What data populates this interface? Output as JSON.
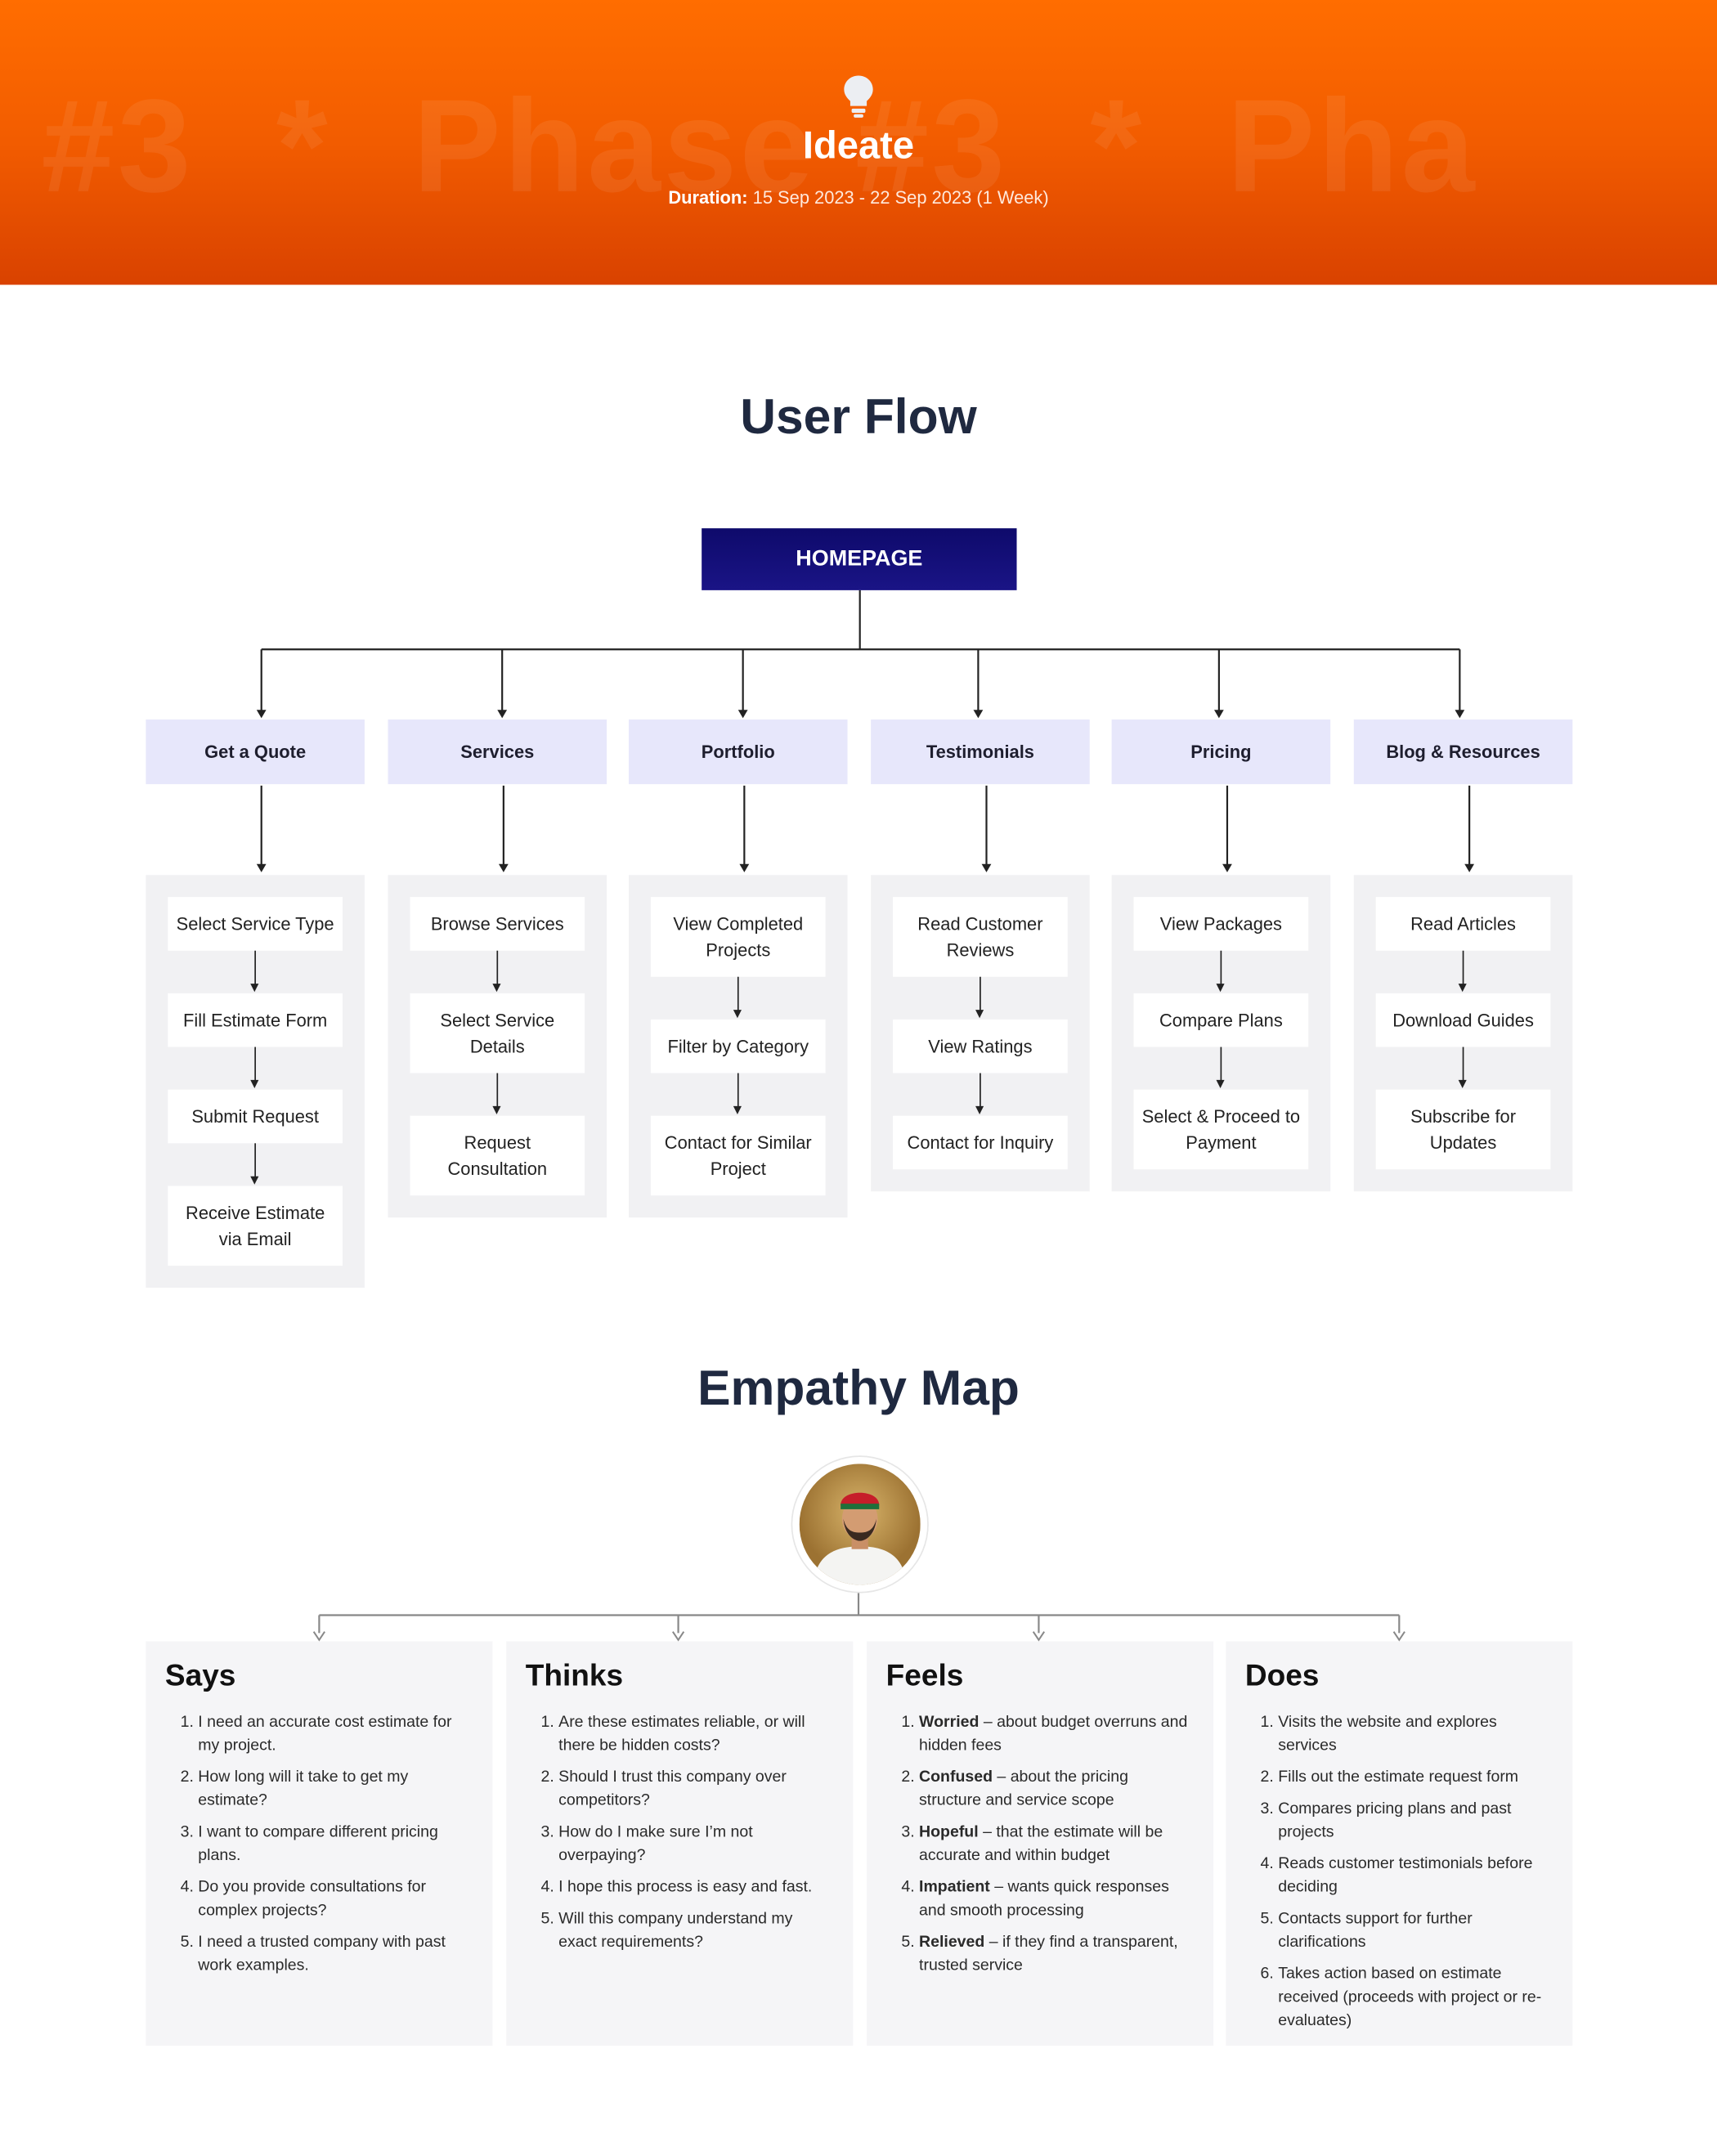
{
  "hero": {
    "watermark": [
      "#3",
      "*",
      "Phase #3",
      "*",
      "Pha"
    ],
    "title": "Ideate",
    "duration_label": "Duration:",
    "duration_value": " 15 Sep 2023 -  22 Sep 2023 (1 Week)",
    "icon": "lightbulb-icon"
  },
  "user_flow": {
    "title": "User Flow",
    "root": "HOMEPAGE",
    "branches": [
      {
        "label": "Get a Quote",
        "steps": [
          "Select Service Type",
          "Fill Estimate Form",
          "Submit Request",
          "Receive Estimate via Email"
        ]
      },
      {
        "label": "Services",
        "steps": [
          "Browse Services",
          "Select Service Details",
          "Request Consultation"
        ]
      },
      {
        "label": "Portfolio",
        "steps": [
          "View Completed Projects",
          "Filter by Category",
          "Contact for Similar Project"
        ]
      },
      {
        "label": "Testimonials",
        "steps": [
          "Read Customer Reviews",
          "View Ratings",
          "Contact for Inquiry"
        ]
      },
      {
        "label": "Pricing",
        "steps": [
          "View Packages",
          "Compare Plans",
          "Select & Proceed to Payment"
        ]
      },
      {
        "label": "Blog & Resources",
        "steps": [
          "Read Articles",
          "Download Guides",
          "Subscribe for Updates"
        ]
      }
    ]
  },
  "empathy_map": {
    "title": "Empathy Map",
    "quadrants": [
      {
        "title": "Says",
        "items": [
          {
            "text": "I need an accurate cost estimate for my project."
          },
          {
            "text": "How long will it take to get my estimate?"
          },
          {
            "text": "I want to compare different pricing plans."
          },
          {
            "text": "Do you provide consultations for complex projects?"
          },
          {
            "text": "I need a trusted company with past work examples."
          }
        ]
      },
      {
        "title": "Thinks",
        "items": [
          {
            "text": "Are these estimates reliable, or will there be hidden costs?"
          },
          {
            "text": "Should I trust this company over competitors?"
          },
          {
            "text": "How do I make sure I’m not overpaying?"
          },
          {
            "text": "I hope this process is easy and fast."
          },
          {
            "text": "Will this company understand my exact requirements?"
          }
        ]
      },
      {
        "title": "Feels",
        "items": [
          {
            "bold": "Worried",
            "text": " – about budget overruns and hidden fees"
          },
          {
            "bold": "Confused",
            "text": " – about the pricing structure and service scope"
          },
          {
            "bold": "Hopeful",
            "text": " – that the estimate will be accurate and within budget"
          },
          {
            "bold": "Impatient",
            "text": " – wants quick responses and smooth processing"
          },
          {
            "bold": "Relieved",
            "text": " – if they find a transparent, trusted service"
          }
        ]
      },
      {
        "title": "Does",
        "items": [
          {
            "text": "Visits the website and explores services"
          },
          {
            "text": "Fills out the estimate request form"
          },
          {
            "text": "Compares pricing plans and past projects"
          },
          {
            "text": "Reads customer testimonials before deciding"
          },
          {
            "text": "Contacts support for further clarifications"
          },
          {
            "text": "Takes action based on estimate received (proceeds with project or re-evaluates)"
          }
        ]
      }
    ]
  }
}
